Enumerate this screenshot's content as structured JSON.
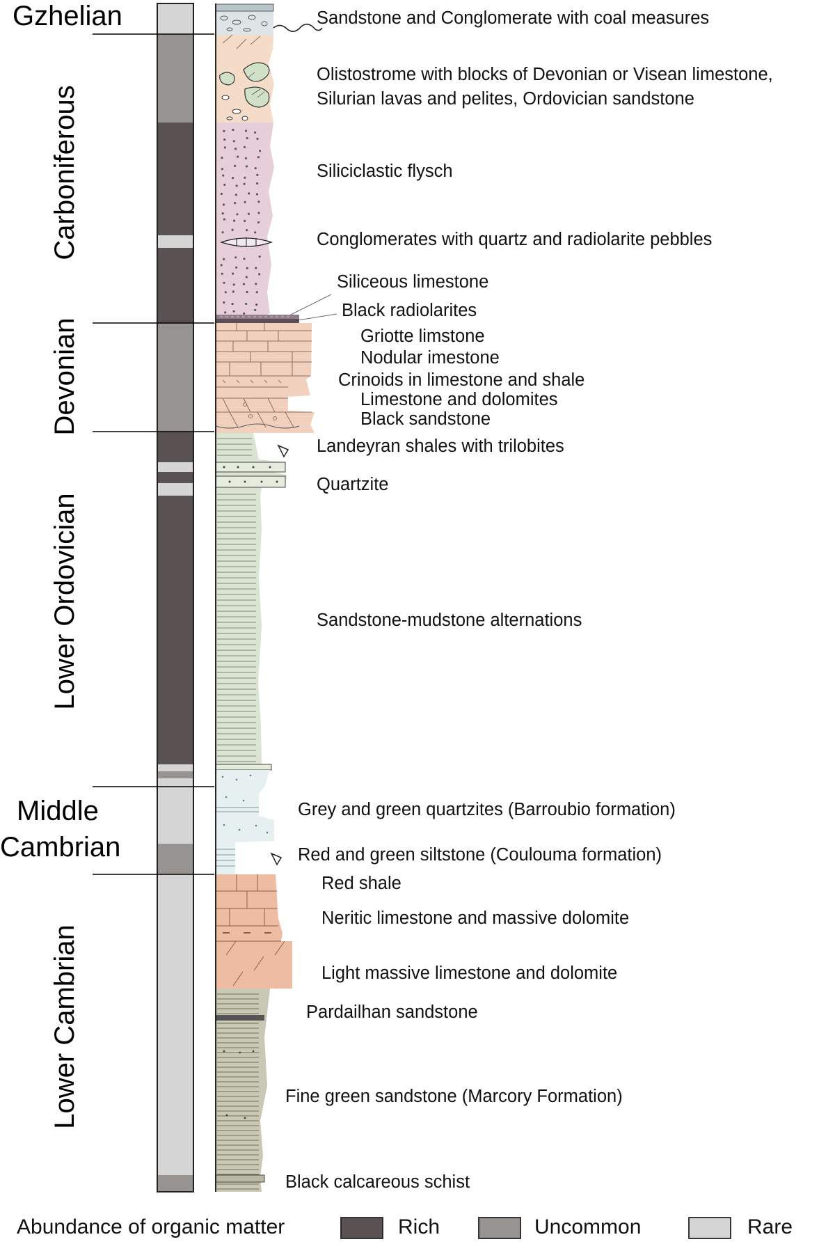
{
  "periods": {
    "gzhelian": "Gzhelian",
    "carboniferous": "Carboniferous",
    "devonian": "Devonian",
    "lower_ordovician": "Lower Ordovician",
    "middle": "Middle",
    "cambrian": "Cambrian",
    "lower_cambrian": "Lower Cambrian"
  },
  "descriptions": {
    "sandstone_conglomerate": "Sandstone and Conglomerate  with coal measures",
    "olistostrome_1": "Olistostrome with blocks of Devonian or Visean limestone,",
    "olistostrome_2": "Silurian lavas and pelites, Ordovician sandstone",
    "siliciclastic": "Siliciclastic flysch",
    "conglomerates": "Conglomerates with quartz and radiolarite pebbles",
    "siliceous_limestone": "Siliceous limestone",
    "black_radiolarites": "Black radiolarites",
    "griotte": "Griotte limstone",
    "nodular": "Nodular imestone",
    "crinoids": "Crinoids in limestone and  shale",
    "limestone_dolomites": "Limestone and dolomites",
    "black_sandstone": "Black sandstone",
    "landeyran": "Landeyran shales with trilobites",
    "quartzite": "Quartzite",
    "sandstone_mudstone": "Sandstone-mudstone alternations",
    "grey_green": "Grey and green quartzites (Barroubio formation)",
    "red_green_siltstone": "Red and green siltstone (Coulouma formation)",
    "red_shale": "Red shale",
    "neritic": "Neritic limestone and massive dolomite",
    "light_massive": "Light massive limestone and dolomite",
    "pardailhan": "Pardailhan sandstone",
    "fine_green": "Fine green sandstone (Marcory Formation)",
    "black_calcareous": "Black calcareous schist"
  },
  "legend": {
    "title": "Abundance of organic matter",
    "rich": "Rich",
    "uncommon": "Uncommon",
    "rare": "Rare"
  },
  "colors": {
    "rich": "#595152",
    "uncommon": "#979391",
    "rare": "#d6d5d6",
    "flysch": "#e7cfd9",
    "olistostrome": "#f4dcc8",
    "green_block": "#d0e1c8",
    "devonian_limestone": "#f1d1bd",
    "ordovician_shale": "#dbe3d3",
    "middle_cambrian": "#e6f0f0",
    "lower_cambrian_limestone": "#edbca3",
    "lower_cambrian_sandstone": "#c8c8b4"
  }
}
